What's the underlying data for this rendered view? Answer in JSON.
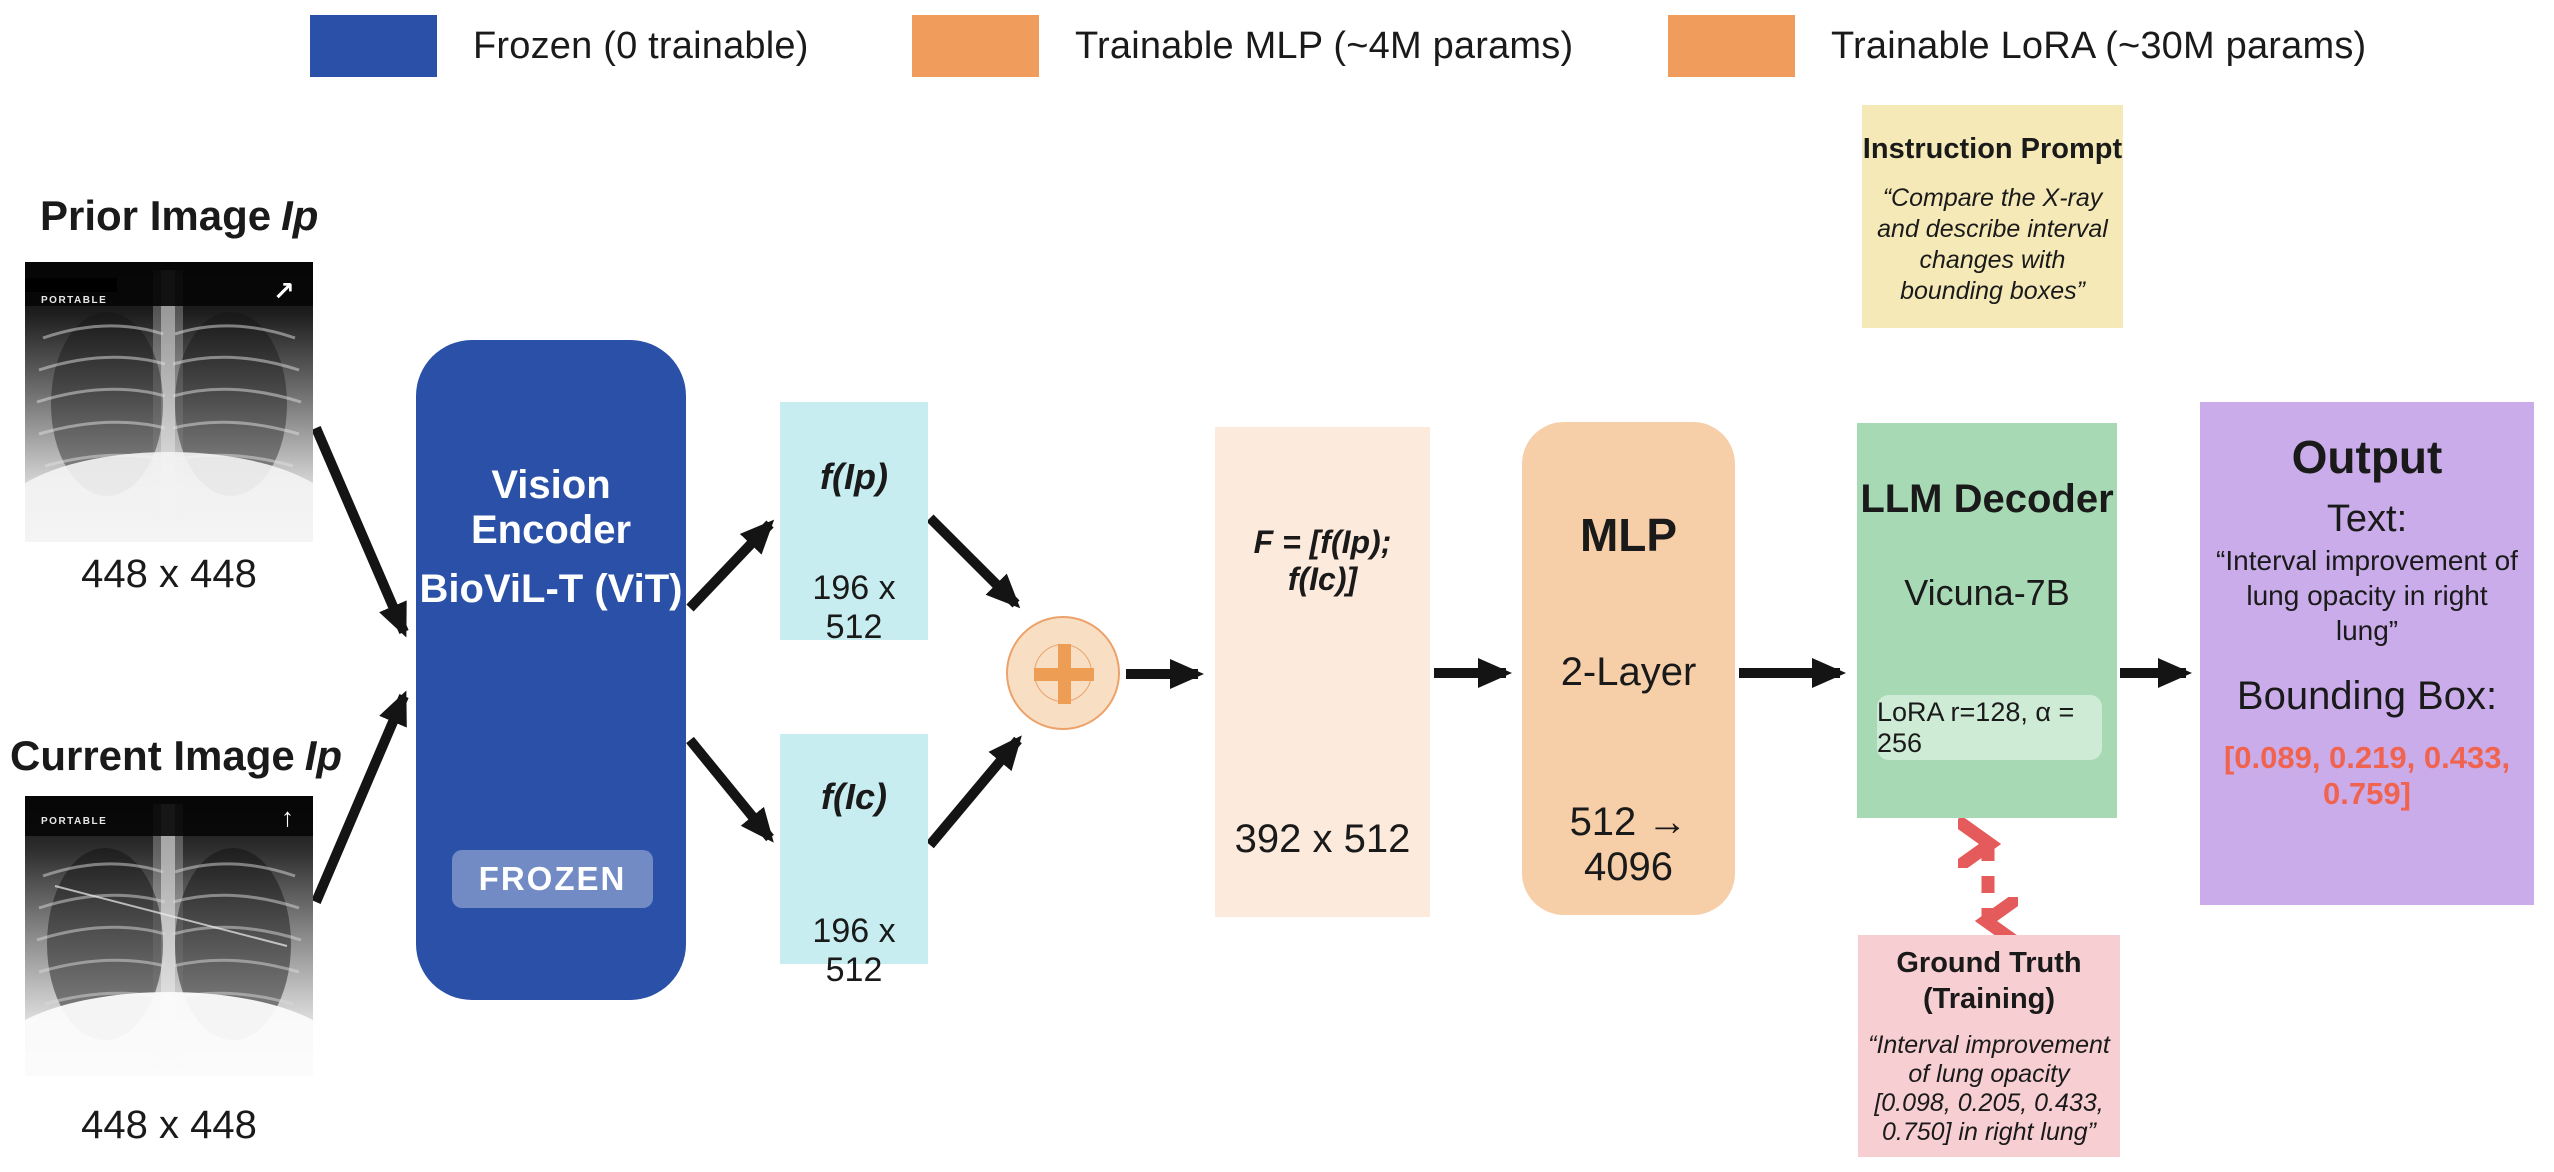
{
  "legend": {
    "items": [
      {
        "label": "Frozen (0 trainable)",
        "color": "#2a50a8"
      },
      {
        "label": "Trainable  MLP (~4M params)",
        "color": "#f09c5c"
      },
      {
        "label": "Trainable  LoRA (~30M params)",
        "color": "#f09c5c"
      }
    ]
  },
  "prior": {
    "title": "Prior Image",
    "var": "Ip",
    "caption": "448 x 448",
    "xray_label": "PORTABLE",
    "marker": "↗"
  },
  "current": {
    "title": "Current Image",
    "var": "Ip",
    "caption": "448 x 448",
    "xray_label": "PORTABLE",
    "marker": "↑"
  },
  "encoder": {
    "title": "Vision Encoder",
    "subtitle": "BioViL-T (ViT)",
    "badge": "FROZEN",
    "color": "#2a50a8"
  },
  "features": {
    "color": "#c7edf0",
    "fip": {
      "label": "f(Ip)",
      "dims": "196 x 512"
    },
    "fic": {
      "label": "f(Ic)",
      "dims": "196 x 512"
    }
  },
  "fusion": {
    "symbol": "+",
    "color": "#f8dfc4",
    "border": "#eca26a"
  },
  "concat": {
    "formula": "F = [f(Ip); f(Ic)]",
    "dims": "392 x 512",
    "color": "#fcebdd"
  },
  "mlp": {
    "title": "MLP",
    "subtitle": "2-Layer",
    "dims": "512 → 4096",
    "color": "#f6cfa9"
  },
  "llm": {
    "title": "LLM Decoder",
    "subtitle": "Vicuna-7B",
    "badge": "LoRA r=128, α = 256",
    "color": "#a7dab4"
  },
  "instruction": {
    "title": "Instruction Prompt",
    "quote": "“Compare the X-ray and describe interval changes with bounding boxes”",
    "color": "#f5e9b8"
  },
  "ground_truth": {
    "title_line1": "Ground Truth",
    "title_line2": "(Training)",
    "quote": "“Interval improvement of lung opacity [0.098, 0.205, 0.433, 0.750] in right lung”",
    "color": "#f7ced2",
    "arrow_color": "#e55a5a"
  },
  "output": {
    "title": "Output",
    "text_label": "Text:",
    "text_quote": "“Interval improvement of lung opacity in right lung”",
    "bbox_label": "Bounding Box:",
    "bbox_value": "[0.089, 0.219, 0.433, 0.759]",
    "bbox_color": "#f0634f",
    "color": "#c9ace9"
  }
}
